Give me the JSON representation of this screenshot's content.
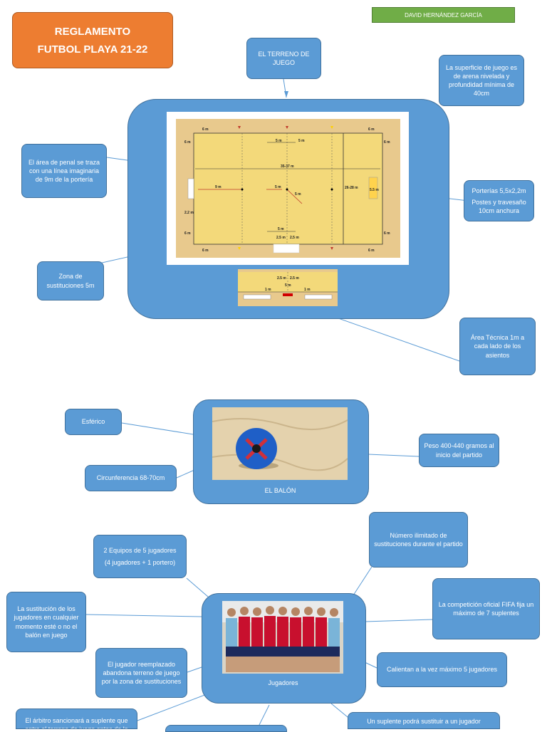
{
  "author": "DAVID HERNÁNDEZ GARCÍA",
  "title": {
    "line1": "REGLAMENTO",
    "line2": "FUTBOL PLAYA 21-22"
  },
  "terreno": {
    "heading": "EL TERRENO DE JUEGO",
    "superficie": "La superficie de juego es de arena nivelada y profundidad mínima de 40cm",
    "penal": "El área de penal se traza con una línea imaginaria de 9m de la portería",
    "porterias_1": "Porterías 5,5x2,2m",
    "porterias_2": "Postes y travesaño 10cm anchura",
    "sustituciones": "Zona de sustituciones 5m",
    "area_tecnica": "Área Técnica 1m a cada lado de los asientos",
    "field_labels": {
      "corner": "6 m",
      "center_top": "5 m",
      "length": "35-37 m",
      "width": "26-28 m",
      "penalty": "9 m",
      "mid": "5 m",
      "goal": "5.5 m",
      "post": "2.2 m",
      "sub_zone": "5 m",
      "sub_half": "2.5 m",
      "tech": "1 m"
    }
  },
  "balon": {
    "heading": "EL BALÓN",
    "esferico": "Esférico",
    "circunferencia": "Circunferencia 68-70cm",
    "peso": "Peso 400-440 gramos al inicio del partido"
  },
  "jugadores": {
    "heading": "Jugadores",
    "equipos_1": "2 Equipos de 5 jugadores",
    "equipos_2": "(4 jugadores + 1 portero)",
    "ilimitado": "Número ilimitado de sustituciones durante el partido",
    "fifa": "La competición oficial FIFA fija un máximo de 7 suplentes",
    "sustitucion": "La sustitución de los jugadores en cualquier momento esté o no el balón en juego",
    "reemplazado": "El jugador reemplazado abandona terreno de juego por la zona de sustituciones",
    "calientan": "Calientan a la vez máximo 5 jugadores",
    "arbitro": "El árbitro sancionará a suplente que entre al terreno de juego antes de la",
    "suplente": "Un suplente podrá sustituir a un jugador"
  },
  "colors": {
    "box": "#5b9bd5",
    "title": "#ed7d31",
    "author": "#70ad47",
    "sand": "#f3d97a"
  }
}
